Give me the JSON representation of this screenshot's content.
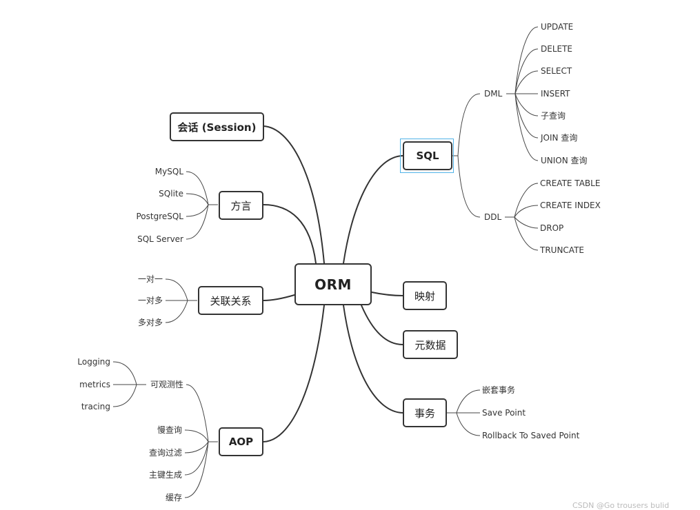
{
  "root": "ORM",
  "session": "会话 (Session)",
  "dialect": {
    "label": "方言",
    "items": [
      "MySQL",
      "SQlite",
      "PostgreSQL",
      "SQL Server"
    ]
  },
  "relation": {
    "label": "关联关系",
    "items": [
      "一对一",
      "一对多",
      "多对多"
    ]
  },
  "aop": {
    "label": "AOP",
    "observability": {
      "label": "可观测性",
      "items": [
        "Logging",
        "metrics",
        "tracing"
      ]
    },
    "items": [
      "慢查询",
      "查询过滤",
      "主键生成",
      "缓存"
    ]
  },
  "sql": {
    "label": "SQL",
    "dml": {
      "label": "DML",
      "items": [
        "UPDATE",
        "DELETE",
        "SELECT",
        "INSERT",
        "子查询",
        "JOIN 查询",
        "UNION 查询"
      ]
    },
    "ddl": {
      "label": "DDL",
      "items": [
        "CREATE TABLE",
        "CREATE INDEX",
        "DROP",
        "TRUNCATE"
      ]
    }
  },
  "mapping": "映射",
  "metadata": "元数据",
  "transaction": {
    "label": "事务",
    "items": [
      "嵌套事务",
      "Save Point",
      "Rollback To Saved Point"
    ]
  },
  "watermark": "CSDN @Go trousers bulid"
}
